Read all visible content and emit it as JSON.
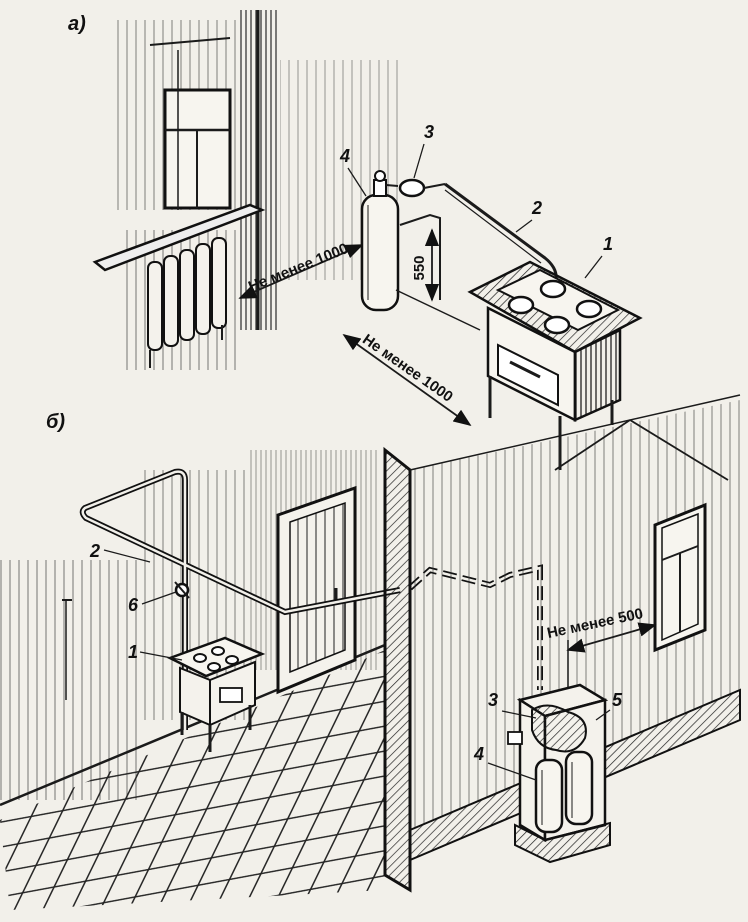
{
  "panels": {
    "a": {
      "letter": "а)"
    },
    "b": {
      "letter": "б)"
    }
  },
  "panel_a": {
    "callouts": [
      "1",
      "2",
      "3",
      "4"
    ],
    "dim_wall_to_cylinder": "Не менее 1000",
    "dim_floor_to_valve": "550",
    "dim_cylinder_to_stove": "Не менее 1000"
  },
  "panel_b": {
    "callouts": [
      "1",
      "2",
      "6",
      "3",
      "4",
      "5"
    ],
    "dim_window_to_cabinet": "Не менее 500"
  }
}
